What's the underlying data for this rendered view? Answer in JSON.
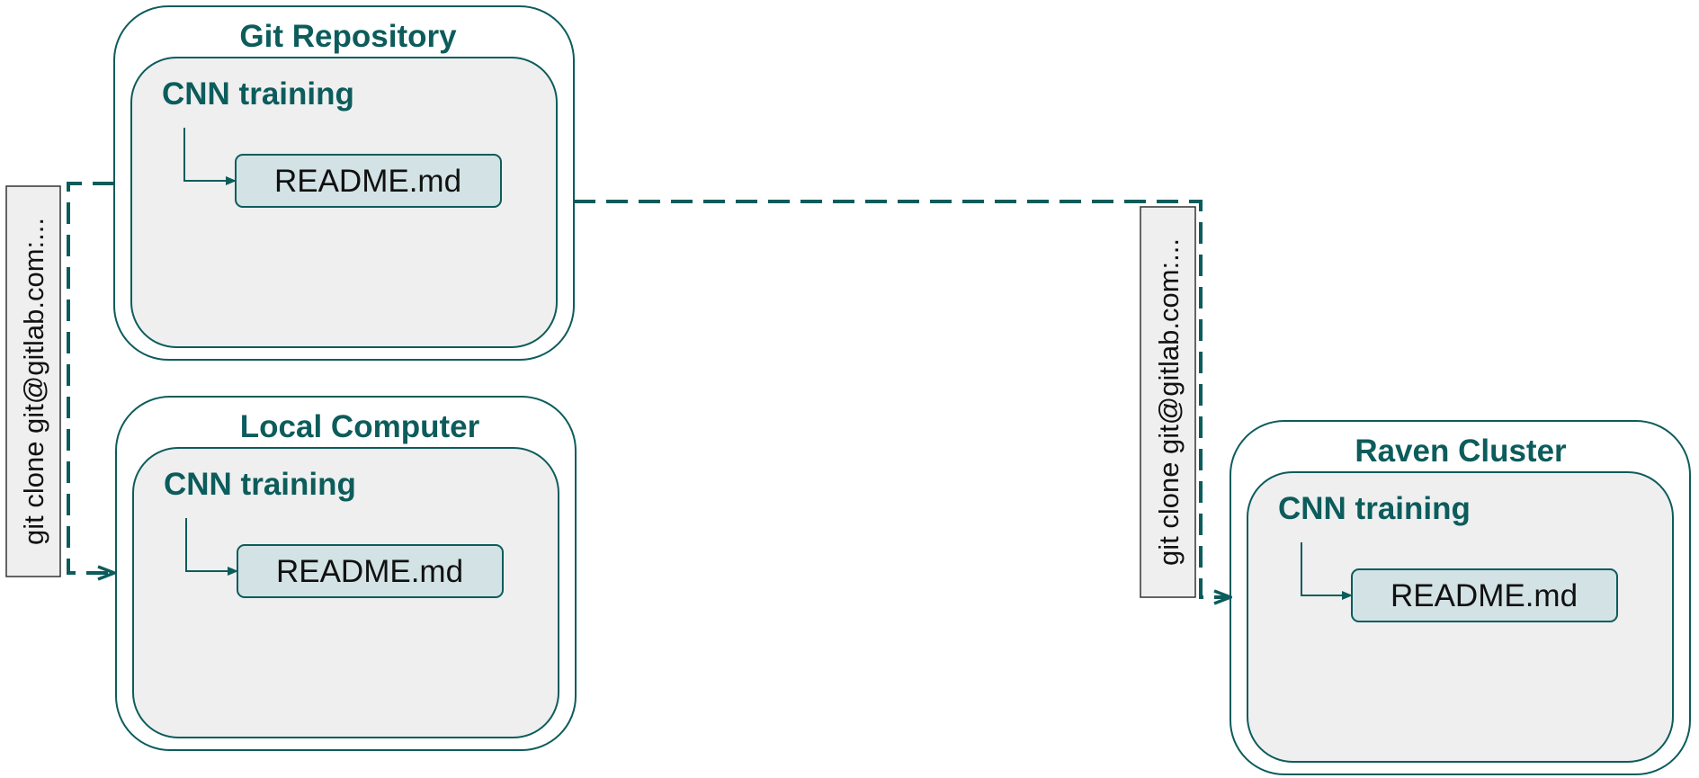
{
  "colors": {
    "accent": "#0d5c5c",
    "inner_fill": "#efefef",
    "file_fill": "#d3e2e4",
    "background": "#ffffff"
  },
  "nodes": {
    "git_repository": {
      "title": "Git Repository",
      "folder": "CNN training",
      "file": "README.md"
    },
    "local_computer": {
      "title": "Local Computer",
      "folder": "CNN training",
      "file": "README.md"
    },
    "raven_cluster": {
      "title": "Raven Cluster",
      "folder": "CNN training",
      "file": "README.md"
    }
  },
  "edges": {
    "to_local": {
      "label": "git clone git@gitlab.com:..."
    },
    "to_raven": {
      "label": "git clone git@gitlab.com:..."
    }
  }
}
